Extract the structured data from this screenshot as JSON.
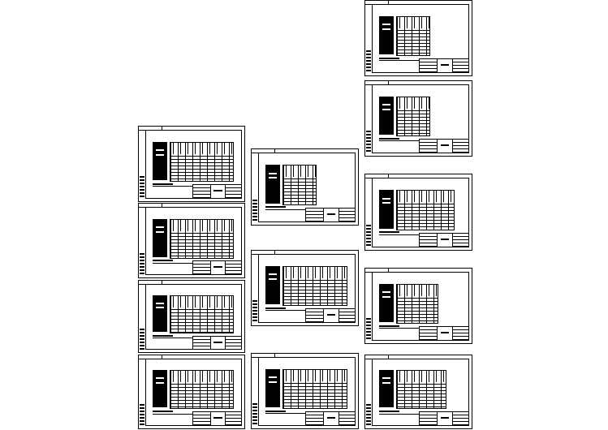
{
  "drawing": {
    "sheets": [
      {
        "id": "sheet-1",
        "columns": 20
      },
      {
        "id": "sheet-2",
        "columns": 20
      },
      {
        "id": "sheet-3",
        "columns": 14
      },
      {
        "id": "sheet-4",
        "columns": 20
      },
      {
        "id": "sheet-5",
        "columns": 6
      },
      {
        "id": "sheet-6",
        "columns": 14
      },
      {
        "id": "sheet-7",
        "columns": 16
      },
      {
        "id": "sheet-8",
        "columns": 6
      },
      {
        "id": "sheet-9",
        "columns": 6
      },
      {
        "id": "sheet-10",
        "columns": 12
      },
      {
        "id": "sheet-11",
        "columns": 8
      },
      {
        "id": "sheet-12",
        "columns": 10
      }
    ]
  }
}
